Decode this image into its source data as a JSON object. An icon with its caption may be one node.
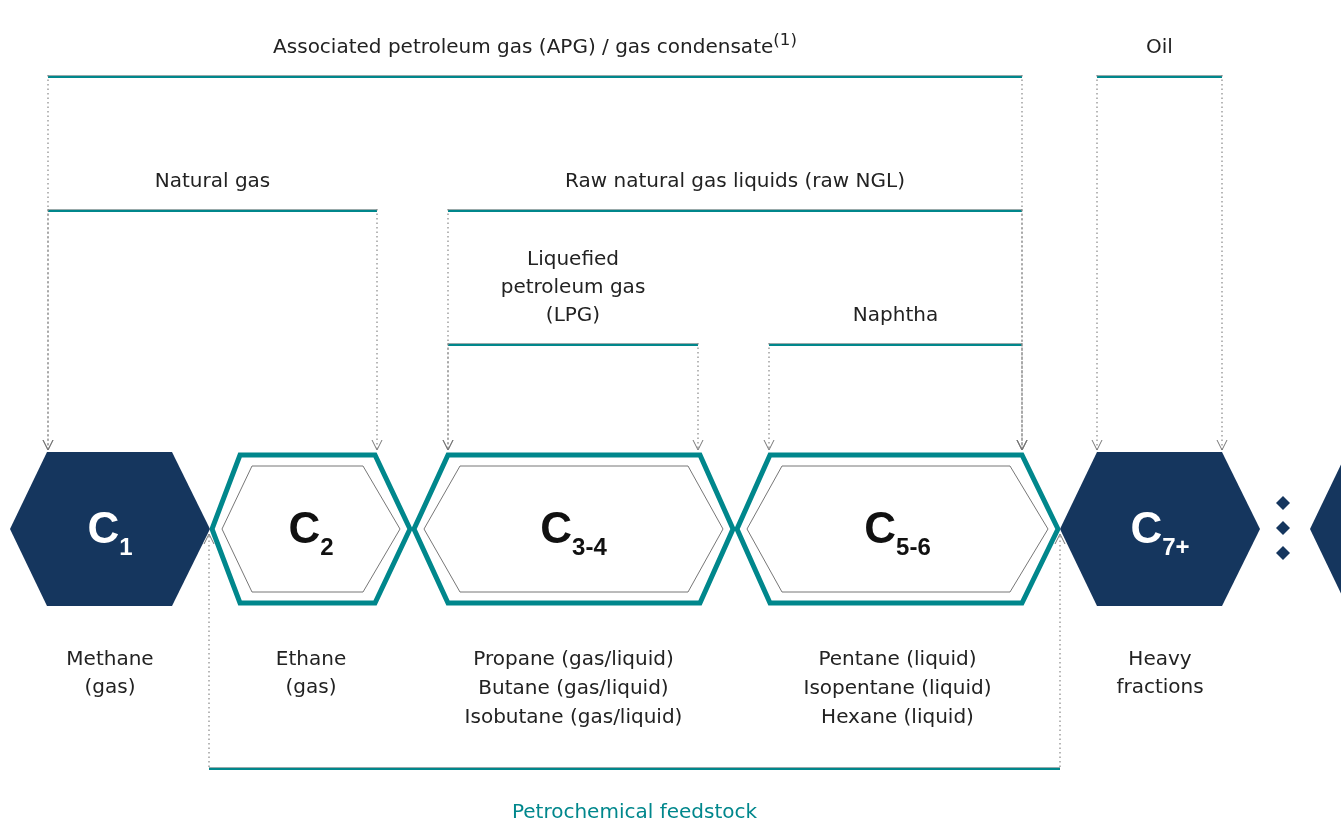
{
  "diagram": {
    "nodes": [
      {
        "text": [
          "Associated petroleum gas (APG) / gas condensate$^{(1)}$"
        ]
      },
      {
        "text": [
          "Oil"
        ]
      },
      {
        "text": [
          "Natural gas"
        ]
      },
      {
        "text": [
          "Raw natural gas liquids (raw NGL)"
        ]
      },
      {
        "text": [
          "Liquefied petroleum gas (LPG)"
        ]
      },
      {
        "text": [
          "Naphtha"
        ]
      },
      {
        "text": [
          "C$_{1}$"
        ],
        "beside": [
          "Methane (gas)"
        ]
      },
      {
        "text": [
          "C$_{2}$"
        ],
        "beside": [
          "Ethane (gas)"
        ]
      },
      {
        "text": [
          "C$_{3-4}$"
        ],
        "beside": [
          "Propane (gas/liquid)",
          "Butane (gas/liquid)",
          "Isobutane (gas/liquid)"
        ]
      },
      {
        "text": [
          "C$_{5-6}$"
        ],
        "beside": [
          "Pentane (liquid)",
          "Isopentane (liquid)",
          "Hexane (liquid)"
        ]
      },
      {
        "text": [
          "C$_{7+}$"
        ],
        "beside": [
          "Heavy fractions"
        ]
      },
      {
        "text": [],
        "shape": "hexagon"
      },
      {
        "text": [
          "Petrochemical feedstock"
        ]
      }
    ],
    "edges": [
      {
        "from": 0,
        "to": 6,
        "arrow": "to"
      },
      {
        "from": 0,
        "to": 9,
        "arrow": "to"
      },
      {
        "from": 1,
        "to": 10,
        "arrow": "to"
      },
      {
        "from": 1,
        "to": 10,
        "arrow": "to"
      },
      {
        "from": 2,
        "to": 6,
        "arrow": "to"
      },
      {
        "from": 2,
        "to": 7,
        "arrow": "to"
      },
      {
        "from": 3,
        "to": 8,
        "arrow": "to"
      },
      {
        "from": 3,
        "to": 9,
        "arrow": "to"
      },
      {
        "from": 4,
        "to": 8,
        "arrow": "to"
      },
      {
        "from": 4,
        "to": 8,
        "arrow": "to"
      },
      {
        "from": 5,
        "to": 9,
        "arrow": "to"
      },
      {
        "from": 5,
        "to": 9,
        "arrow": "to"
      },
      {
        "from": 12,
        "to": 7,
        "arrow": "to"
      },
      {
        "from": 12,
        "to": 9,
        "arrow": "to"
      }
    ]
  }
}
